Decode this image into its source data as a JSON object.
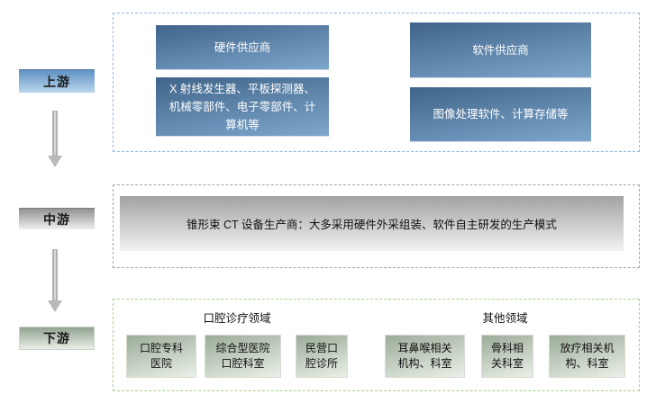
{
  "stages": {
    "upstream_label": "上游",
    "midstream_label": "中游",
    "downstream_label": "下游"
  },
  "upstream": {
    "hardware": {
      "title": "硬件供应商",
      "detail": "X 射线发生器、平板探测器、\n机械零部件、电子零部件、计\n算机等"
    },
    "software": {
      "title": "软件供应商",
      "detail": "图像处理软件、计算存储等"
    }
  },
  "midstream": {
    "text": "锥形束 CT 设备生产商：大多采用硬件外采组装、软件自主研发的生产模式"
  },
  "downstream": {
    "groups": [
      {
        "title": "口腔诊疗领域",
        "items": [
          "口腔专科\n医院",
          "综合型医院\n口腔科室",
          "民营口\n腔诊所"
        ]
      },
      {
        "title": "其他领域",
        "items": [
          "耳鼻喉相关\n机构、科室",
          "骨科相\n关科室",
          "放疗相关机\n构、科室"
        ]
      }
    ]
  },
  "colors": {
    "blue_dash": "#8db4e2",
    "gray_dash": "#a6a6a6",
    "green_dash": "#a9d18e",
    "blue_box_top": "#40648a",
    "blue_box_bottom": "#7ea7cc",
    "stage_blue_top": "#6092c2",
    "stage_blue_bottom": "#bad7ee",
    "stage_gray_top": "#929292",
    "stage_gray_bottom": "#efefef",
    "stage_green_top": "#93a391",
    "stage_green_bottom": "#e9efe6",
    "green_box_top": "#9cac99",
    "green_box_bottom": "#eaf0e8",
    "gray_bar_top": "#a2a2a2",
    "gray_bar_bottom": "#f2f2f2",
    "arrow_gray": "#b9b9b9"
  }
}
